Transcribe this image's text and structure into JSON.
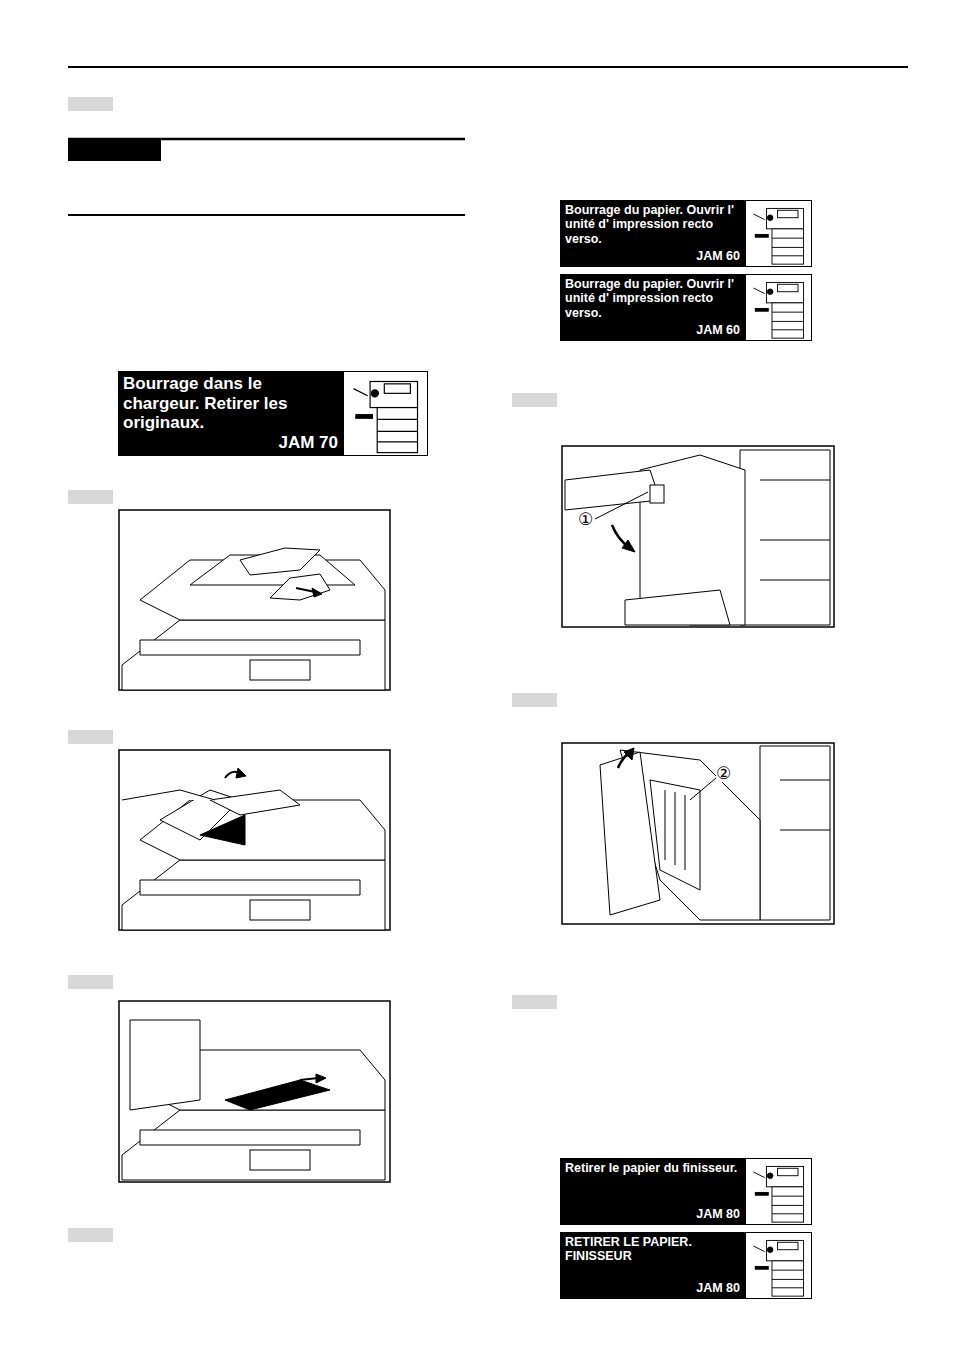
{
  "diagram": {
    "nodes": [
      {
        "text": [
          "Bourrage dans le chargeur. Retirer les originaux.",
          "JAM 70"
        ]
      },
      {
        "text": [
          "Bourrage du papier. Ouvrir l' unité d' impression recto verso.",
          "JAM 60"
        ]
      },
      {
        "text": [
          "Bourrage du papier. Ouvrir l' unité d' impression recto verso.",
          "JAM 60"
        ]
      },
      {
        "text": [
          "Retirer le papier du finisseur.",
          "JAM 80"
        ]
      },
      {
        "text": [
          "RETIRER LE PAPIER. FINISSEUR",
          "JAM 80"
        ]
      }
    ],
    "labels": [
      "①",
      "②"
    ]
  }
}
